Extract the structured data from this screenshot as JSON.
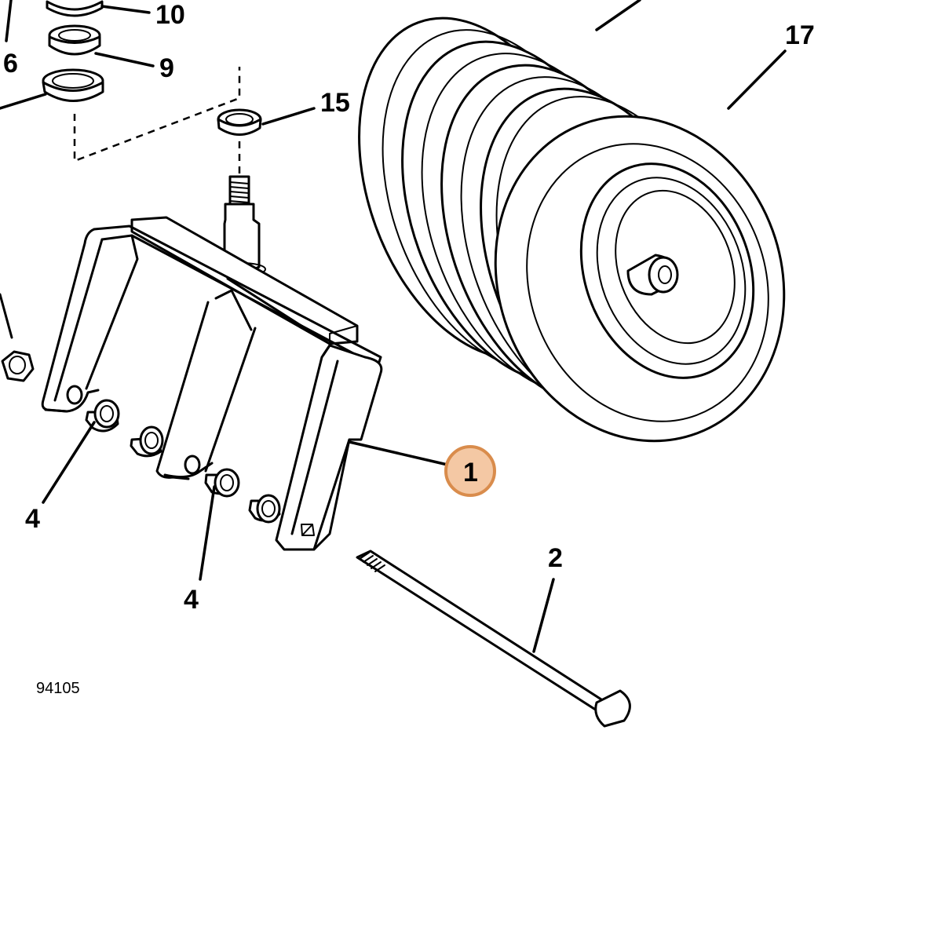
{
  "diagram": {
    "figure_number": "94105",
    "callouts": [
      {
        "id": "10",
        "label": "10"
      },
      {
        "id": "6",
        "label": "6"
      },
      {
        "id": "9",
        "label": "9"
      },
      {
        "id": "15",
        "label": "15"
      },
      {
        "id": "17",
        "label": "17"
      },
      {
        "id": "1",
        "label": "1",
        "highlighted": true
      },
      {
        "id": "4a",
        "label": "4"
      },
      {
        "id": "4b",
        "label": "4"
      },
      {
        "id": "2",
        "label": "2"
      }
    ],
    "highlight_color": "#f4c8a4",
    "highlight_border": "#d98c4c"
  }
}
